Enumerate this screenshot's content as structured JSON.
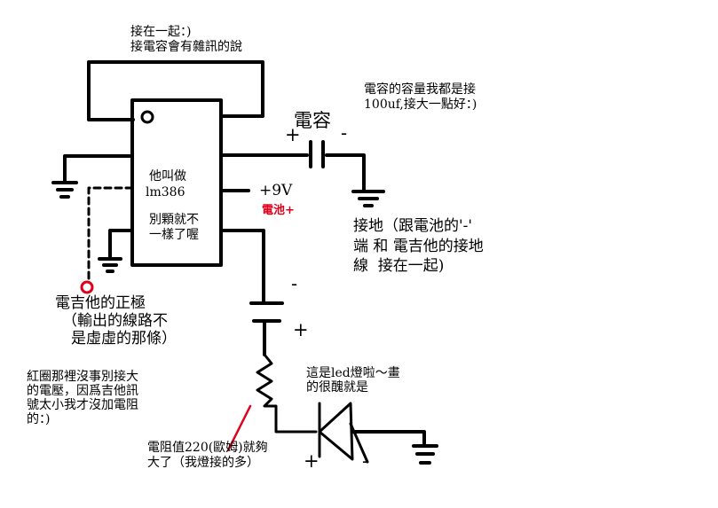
{
  "labels": {
    "top_note_1": "接在一起：)",
    "top_note_2": "接電容會有雜訊的說",
    "cap_note_1": "電容的容量我都是接",
    "cap_note_2": "100uf,接大一點好：)",
    "cap_title": "電容",
    "ic_line_1": "他叫做",
    "ic_line_2": "lm386",
    "ic_line_3": "別顆就不",
    "ic_line_4": "一樣了喔",
    "plus9v": "+9V",
    "battery_plus": "電池+",
    "ground_note_1": "接地（跟電池的'-'",
    "ground_note_2": "端 和 電吉他的接地",
    "ground_note_3": "線  接在一起)",
    "guitar_pos_1": "電吉他的正極",
    "guitar_pos_2": "（輸出的線路不",
    "guitar_pos_3": "是虛虛的那條）",
    "red_circle_1": "紅圈那裡沒事別接大",
    "red_circle_2": "的電壓，因爲吉他訊",
    "red_circle_3": "號太小我才沒加電阻",
    "red_circle_4": "的：)",
    "led_note_1": "這是led燈啦～畫",
    "led_note_2": "的很醜就是",
    "resistor_note_1": "電阻值220(歐姆)就夠",
    "resistor_note_2": "大了（我燈接的多）",
    "cap_plus": "+",
    "cap_minus": "-",
    "batt_minus": "-",
    "batt_plus": "+",
    "led_plus": "+",
    "led_minus": "-"
  },
  "colors": {
    "ink": "#000000",
    "accent_red": "#e0001a"
  }
}
